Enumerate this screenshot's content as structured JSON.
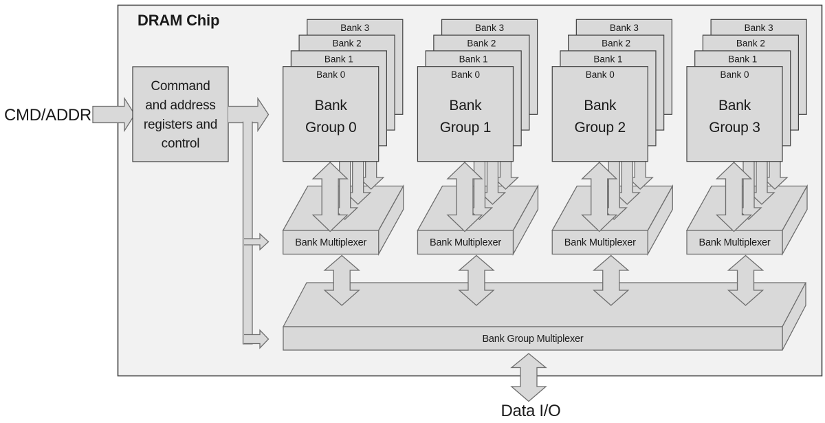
{
  "title": "DRAM Chip",
  "io_labels": {
    "cmd_addr": "CMD/ADDR",
    "data_io": "Data I/O"
  },
  "command_box": {
    "lines": [
      "Command",
      "and address",
      "registers and",
      "control"
    ]
  },
  "bank_groups": [
    {
      "name": "Bank Group 0",
      "label_lines": [
        "Bank",
        "Group 0"
      ],
      "banks": [
        "Bank 0",
        "Bank 1",
        "Bank 2",
        "Bank 3"
      ],
      "multiplexer_label": "Bank Multiplexer"
    },
    {
      "name": "Bank Group 1",
      "label_lines": [
        "Bank",
        "Group 1"
      ],
      "banks": [
        "Bank 0",
        "Bank 1",
        "Bank 2",
        "Bank 3"
      ],
      "multiplexer_label": "Bank Multiplexer"
    },
    {
      "name": "Bank Group 2",
      "label_lines": [
        "Bank",
        "Group 2"
      ],
      "banks": [
        "Bank 0",
        "Bank 1",
        "Bank 2",
        "Bank 3"
      ],
      "multiplexer_label": "Bank Multiplexer"
    },
    {
      "name": "Bank Group 3",
      "label_lines": [
        "Bank",
        "Group 3"
      ],
      "banks": [
        "Bank 0",
        "Bank 1",
        "Bank 2",
        "Bank 3"
      ],
      "multiplexer_label": "Bank Multiplexer"
    }
  ],
  "bank_group_multiplexer_label": "Bank Group Multiplexer",
  "colors": {
    "background": "#ffffff",
    "chip_fill": "#f2f2f2",
    "chip_border": "#404040",
    "shape_fill": "#d9d9d9",
    "box_border": "#404040",
    "arrow_border": "#6e6e6e",
    "text": "#1a1a1a"
  }
}
